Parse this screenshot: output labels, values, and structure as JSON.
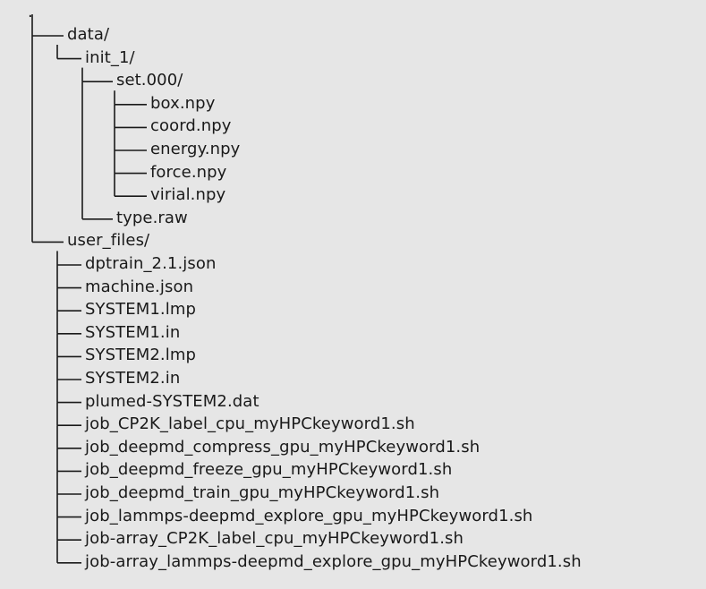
{
  "root": ".",
  "tree": [
    {
      "label": "data/",
      "depth": 0,
      "last": false
    },
    {
      "label": "init_1/",
      "depth": 1,
      "last": true
    },
    {
      "label": "set.000/",
      "depth": 2,
      "last": false
    },
    {
      "label": "box.npy",
      "depth": 3,
      "last": false
    },
    {
      "label": "coord.npy",
      "depth": 3,
      "last": false
    },
    {
      "label": "energy.npy",
      "depth": 3,
      "last": false
    },
    {
      "label": "force.npy",
      "depth": 3,
      "last": false
    },
    {
      "label": "virial.npy",
      "depth": 3,
      "last": true
    },
    {
      "label": "type.raw",
      "depth": 2,
      "last": true
    },
    {
      "label": "user_files/",
      "depth": 0,
      "last": true
    },
    {
      "label": "dptrain_2.1.json",
      "depth": 1,
      "last": false
    },
    {
      "label": "machine.json",
      "depth": 1,
      "last": false
    },
    {
      "label": "SYSTEM1.lmp",
      "depth": 1,
      "last": false
    },
    {
      "label": "SYSTEM1.in",
      "depth": 1,
      "last": false
    },
    {
      "label": "SYSTEM2.lmp",
      "depth": 1,
      "last": false
    },
    {
      "label": "SYSTEM2.in",
      "depth": 1,
      "last": false
    },
    {
      "label": "plumed-SYSTEM2.dat",
      "depth": 1,
      "last": false
    },
    {
      "label": "job_CP2K_label_cpu_myHPCkeyword1.sh",
      "depth": 1,
      "last": false
    },
    {
      "label": "job_deepmd_compress_gpu_myHPCkeyword1.sh",
      "depth": 1,
      "last": false
    },
    {
      "label": "job_deepmd_freeze_gpu_myHPCkeyword1.sh",
      "depth": 1,
      "last": false
    },
    {
      "label": "job_deepmd_train_gpu_myHPCkeyword1.sh",
      "depth": 1,
      "last": false
    },
    {
      "label": "job_lammps-deepmd_explore_gpu_myHPCkeyword1.sh",
      "depth": 1,
      "last": false
    },
    {
      "label": "job-array_CP2K_label_cpu_myHPCkeyword1.sh",
      "depth": 1,
      "last": false
    },
    {
      "label": "job-array_lammps-deepmd_explore_gpu_myHPCkeyword1.sh",
      "depth": 1,
      "last": true
    }
  ],
  "colors": {
    "background": "#e6e6e6",
    "text": "#1a1a1a",
    "connector": "#1a1a1a"
  }
}
